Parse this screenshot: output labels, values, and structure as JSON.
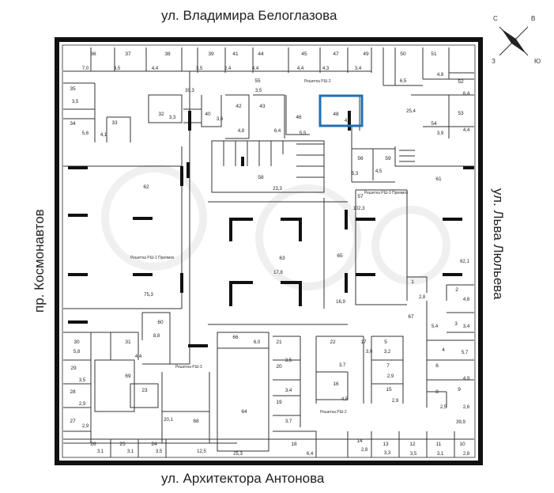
{
  "streets": {
    "top": "ул. Владимира Белоглазова",
    "bottom": "ул. Архитектора Антонова",
    "left": "пр. Космонавтов",
    "right": "ул. Льва Люльева"
  },
  "compass": {
    "n": "С",
    "e": "В",
    "s": "Ю",
    "w": "З"
  },
  "highlight_color": "#1f6fb5",
  "highlighted_room": "48",
  "notes": [
    "Решетка РШ-2",
    "Решетка РШ-3 Приямок",
    "Решетка РШ-1 Приямок",
    "Решетка РШ-3",
    "Решетка РШ-2"
  ],
  "rooms": [
    {
      "n": "36",
      "a": "7,0"
    },
    {
      "n": "37",
      "a": "3,5"
    },
    {
      "n": "38",
      "a": "4,4"
    },
    {
      "n": "39",
      "a": "3,5"
    },
    {
      "n": "41",
      "a": "2,4"
    },
    {
      "n": "44",
      "a": "4,4"
    },
    {
      "n": "45",
      "a": "4,4"
    },
    {
      "n": "47",
      "a": "4,3"
    },
    {
      "n": "49",
      "a": "3,4"
    },
    {
      "n": "50",
      "a": "6,5"
    },
    {
      "n": "51",
      "a": "4,8"
    },
    {
      "n": "52",
      "a": "6,4"
    },
    {
      "n": "35",
      "a": "3,5"
    },
    {
      "n": "55",
      "a": "3,5"
    },
    {
      "n": "32",
      "a": "3,3"
    },
    {
      "n": "40",
      "a": "3,6"
    },
    {
      "n": "42",
      "a": "4,8"
    },
    {
      "n": "43",
      "a": "6,4"
    },
    {
      "n": "46",
      "a": "5,5"
    },
    {
      "n": "48",
      "a": "4,5"
    },
    {
      "n": "53",
      "a": "4,4"
    },
    {
      "n": "54",
      "a": "3,9"
    },
    {
      "n": "34",
      "a": "5,6"
    },
    {
      "n": "33",
      "a": "4,1"
    },
    {
      "n": "56",
      "a": "5,3"
    },
    {
      "n": "59",
      "a": "4,5"
    },
    {
      "n": "58",
      "a": "23,3"
    },
    {
      "n": "57",
      "a": "102,3"
    },
    {
      "n": "62",
      "a": ""
    },
    {
      "n": "61",
      "a": "62,1"
    },
    {
      "n": "63",
      "a": "17,8"
    },
    {
      "n": "65",
      "a": "16,9"
    },
    {
      "n": "1",
      "a": "2,8"
    },
    {
      "n": "2",
      "a": "4,6"
    },
    {
      "n": "67",
      "a": "5,4"
    },
    {
      "n": "3",
      "a": "3,4"
    },
    {
      "n": "60",
      "a": "8,8"
    },
    {
      "n": "30",
      "a": "5,8"
    },
    {
      "n": "31",
      "a": "4,4"
    },
    {
      "n": "66",
      "a": "6,0"
    },
    {
      "n": "21",
      "a": "3,5"
    },
    {
      "n": "22",
      "a": "3,7"
    },
    {
      "n": "17",
      "a": "3,0"
    },
    {
      "n": "5",
      "a": "3,2"
    },
    {
      "n": "4",
      "a": "5,7"
    },
    {
      "n": "29",
      "a": "3,5"
    },
    {
      "n": "69",
      "a": ""
    },
    {
      "n": "20",
      "a": "3,4"
    },
    {
      "n": "7",
      "a": "2,9"
    },
    {
      "n": "6",
      "a": "4,9"
    },
    {
      "n": "28",
      "a": "2,9"
    },
    {
      "n": "23",
      "a": ""
    },
    {
      "n": "16",
      "a": "4,5"
    },
    {
      "n": "15",
      "a": "2,9"
    },
    {
      "n": "8",
      "a": "2,5"
    },
    {
      "n": "9",
      "a": "2,6"
    },
    {
      "n": "27",
      "a": "2,9"
    },
    {
      "n": "68",
      "a": "20,1"
    },
    {
      "n": "64",
      "a": "25,3"
    },
    {
      "n": "19",
      "a": "3,7"
    },
    {
      "n": "26",
      "a": "3,1"
    },
    {
      "n": "25",
      "a": "3,1"
    },
    {
      "n": "24",
      "a": "3,5"
    },
    {
      "n": "18",
      "a": "6,4"
    },
    {
      "n": "14",
      "a": "2,8"
    },
    {
      "n": "13",
      "a": "3,3"
    },
    {
      "n": "12",
      "a": "3,5"
    },
    {
      "n": "11",
      "a": "3,1"
    },
    {
      "n": "10",
      "a": "2,8"
    },
    {
      "n": "",
      "a": "30,3"
    },
    {
      "n": "",
      "a": "25,4"
    },
    {
      "n": "",
      "a": "75,3"
    },
    {
      "n": "",
      "a": "12,5"
    },
    {
      "n": "",
      "a": "39,9"
    }
  ]
}
